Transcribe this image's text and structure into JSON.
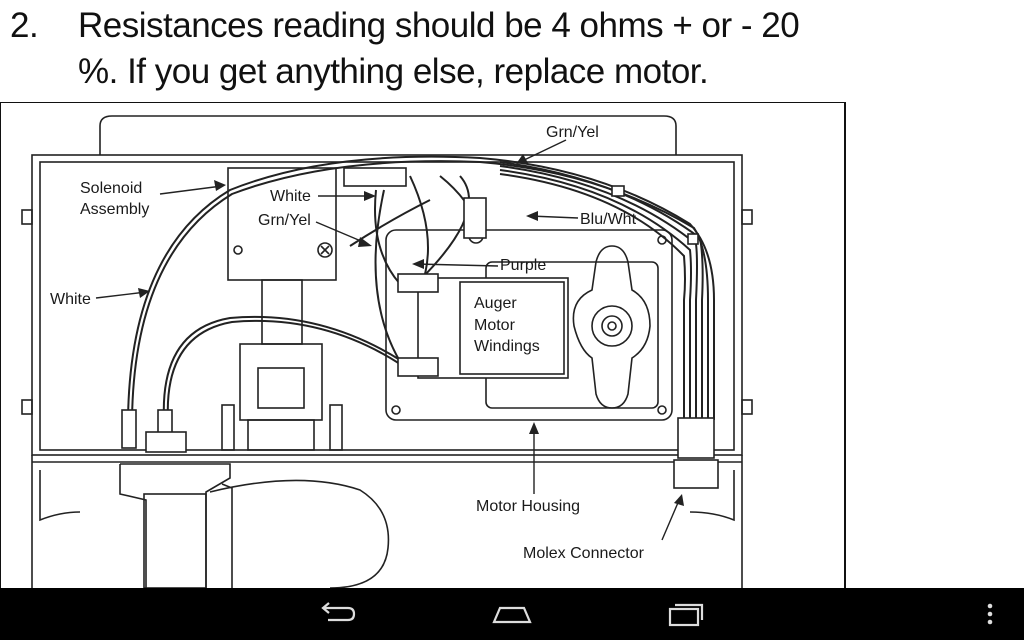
{
  "instruction": {
    "number": "2.",
    "line1": "Resistances reading should be 4 ohms + or - 20",
    "line2": "%. If you get anything else, replace motor."
  },
  "diagram": {
    "labels": {
      "solenoid_1": "Solenoid",
      "solenoid_2": "Assembly",
      "white_top": "White",
      "grn_yel_left": "Grn/Yel",
      "grn_yel_top": "Grn/Yel",
      "blu_wht": "Blu/Wht",
      "purple": "Purple",
      "white_left": "White",
      "auger_1": "Auger",
      "auger_2": "Motor",
      "auger_3": "Windings",
      "motor_housing": "Motor Housing",
      "molex": "Molex Connector"
    }
  },
  "navbar": {
    "icons": [
      "back-icon",
      "home-icon",
      "recents-icon",
      "overflow-menu-icon"
    ]
  }
}
